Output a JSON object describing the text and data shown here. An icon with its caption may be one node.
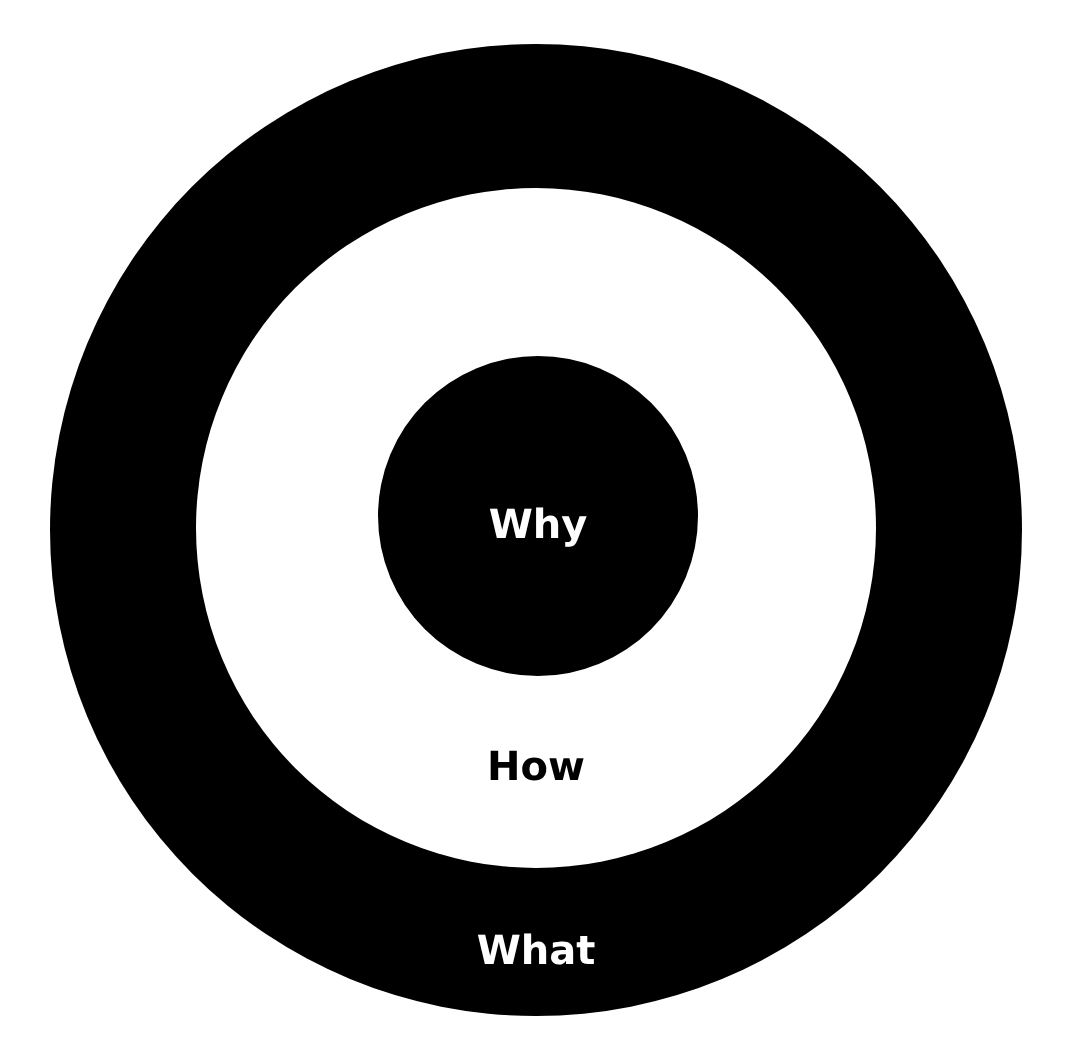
{
  "diagram": {
    "nodes": [
      {
        "text": [
          "What"
        ]
      },
      {
        "text": [
          "How"
        ],
        "in": 0
      },
      {
        "text": [
          "Why"
        ],
        "in": 1
      }
    ]
  }
}
